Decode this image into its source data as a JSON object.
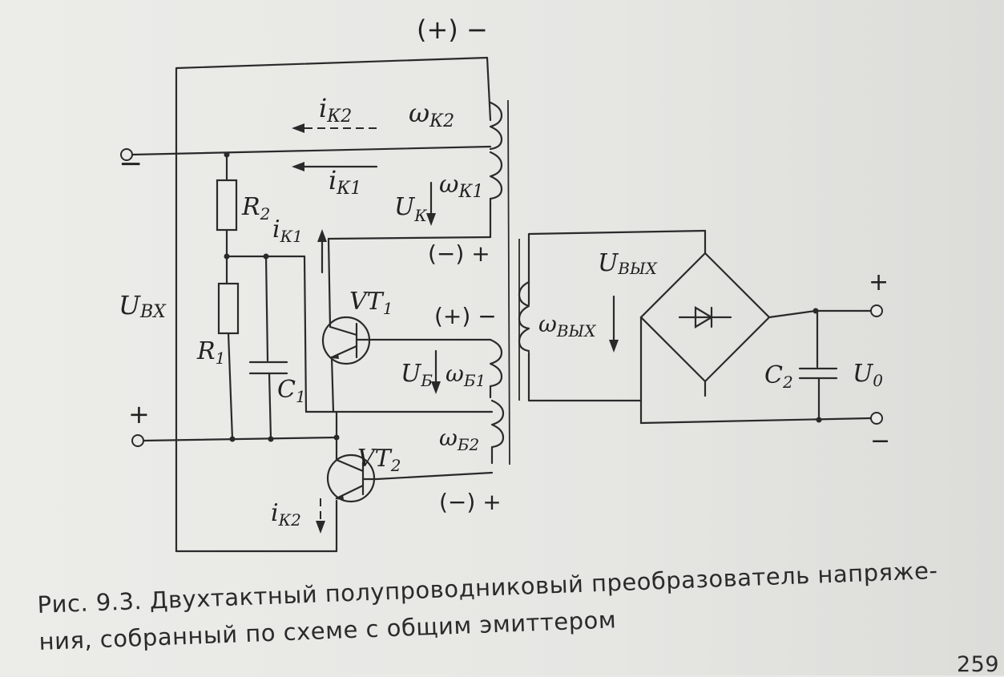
{
  "figure": {
    "caption_line1": "Рис. 9.3. Двухтактный полупроводниковый преобразователь напряже-",
    "caption_line2": "ния, собранный по схеме с общим эмиттером",
    "page_number": "259"
  },
  "labels": {
    "top_polarity": "(+) −",
    "ik2_top": "i",
    "ik2_top_sub": "К2",
    "ik1_top": "i",
    "ik1_top_sub": "К1",
    "wk2": "ω",
    "wk2_sub": "К2",
    "wk1": "ω",
    "wk1_sub": "К1",
    "uk": "U",
    "uk_sub": "К",
    "r2": "R",
    "r2_sub": "2",
    "r1": "R",
    "r1_sub": "1",
    "c1": "C",
    "c1_sub": "1",
    "ik1_mid": "i",
    "ik1_mid_sub": "К1",
    "vt1": "VT",
    "vt1_sub": "1",
    "vt2": "VT",
    "vt2_sub": "2",
    "pol_mid1": "(−) +",
    "pol_mid2": "(+) −",
    "pol_bot": "(−) +",
    "ub": "U",
    "ub_sub": "Б",
    "wb1": "ω",
    "wb1_sub": "Б1",
    "wb2": "ω",
    "wb2_sub": "Б2",
    "uin": "U",
    "uin_sub": "ВХ",
    "minus_in": "−",
    "plus_in": "+",
    "ik2_bot": "i",
    "ik2_bot_sub": "К2",
    "wout": "ω",
    "wout_sub": "ВЫХ",
    "uout": "U",
    "uout_sub": "ВЫХ",
    "c2": "C",
    "c2_sub": "2",
    "u0": "U",
    "u0_sub": "0",
    "plus_out": "+",
    "minus_out": "−"
  }
}
